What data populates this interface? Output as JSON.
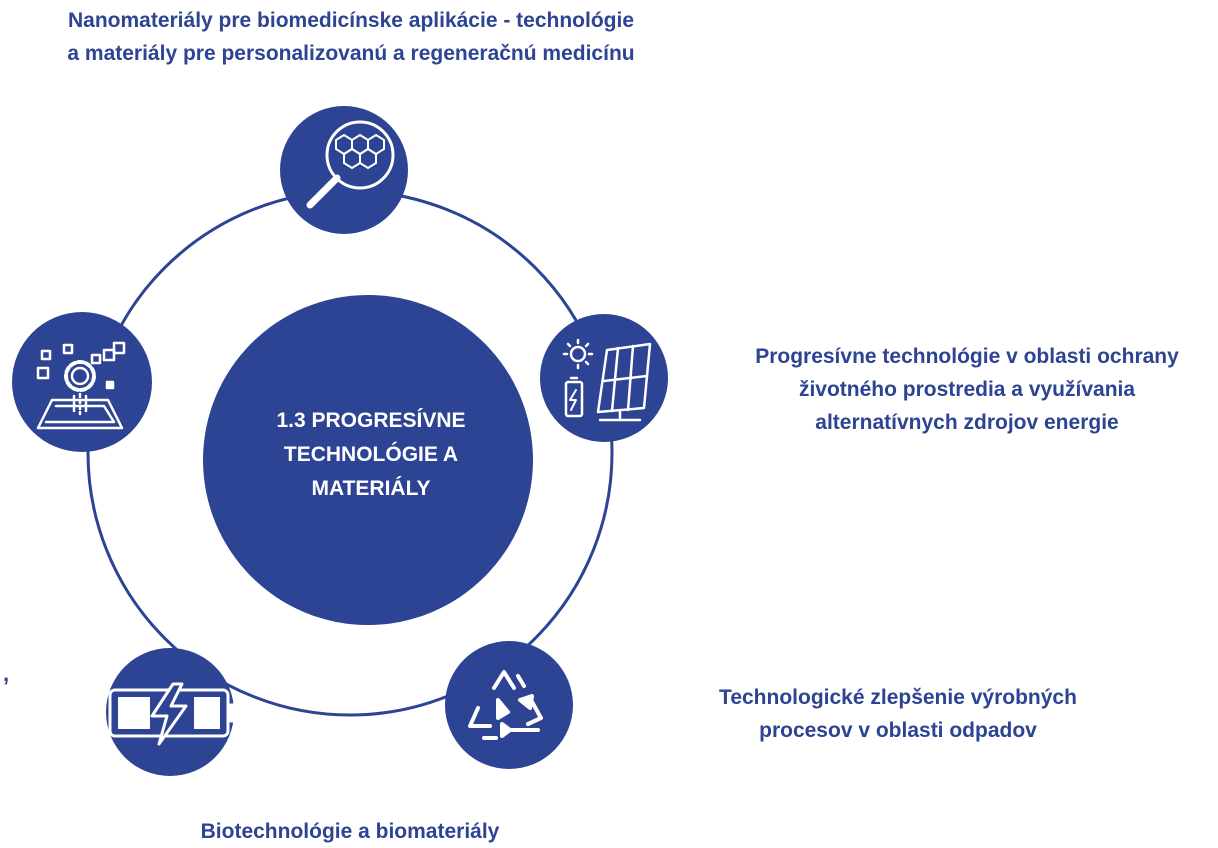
{
  "colors": {
    "primary": "#2d4393",
    "background": "#ffffff",
    "icon": "#ffffff"
  },
  "center": {
    "lines": [
      "1.3 PROGRESÍVNE",
      "TECHNOLÓGIE A",
      "MATERIÁLY"
    ]
  },
  "nodes": [
    {
      "icon": "magnifier-hexagon-icon",
      "lines": [
        "Nanomateriály pre biomedicínske aplikácie - technológie",
        "a materiály pre personalizovanú a regeneračnú medicínu"
      ]
    },
    {
      "icon": "solar-panel-battery-icon",
      "lines": [
        "Progresívne technológie v oblasti ochrany",
        "životného prostredia a využívania",
        "alternatívnych zdrojov energie"
      ]
    },
    {
      "icon": "recycle-icon",
      "lines": [
        "Technologické zlepšenie výrobných",
        "procesov v oblasti odpadov"
      ]
    },
    {
      "icon": "battery-charge-icon",
      "lines": [
        "Biotechnológie a biomateriály"
      ]
    },
    {
      "icon": "gear-tablet-icon",
      "lines": []
    }
  ],
  "stray_text": ","
}
